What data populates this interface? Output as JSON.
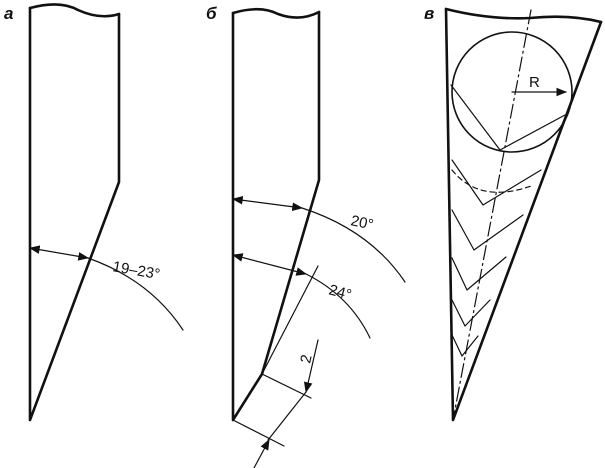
{
  "panels": {
    "a": {
      "label": "а",
      "angle_text": "19–23°"
    },
    "b": {
      "label": "б",
      "angle_upper": "20°",
      "angle_lower": "24°",
      "chamfer": "2"
    },
    "c": {
      "label": "в",
      "radius": "R"
    }
  }
}
